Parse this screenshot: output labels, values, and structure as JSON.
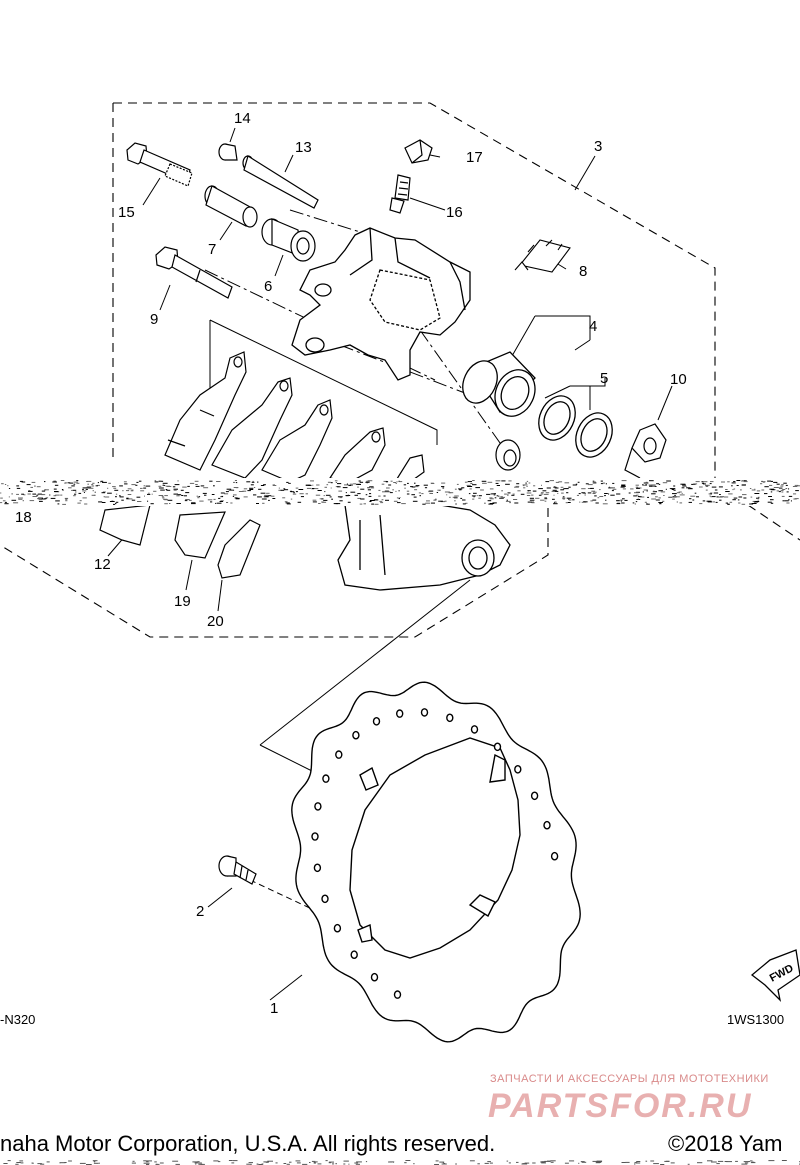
{
  "callouts": [
    {
      "id": "1",
      "label": "1"
    },
    {
      "id": "2",
      "label": "2"
    },
    {
      "id": "3",
      "label": "3"
    },
    {
      "id": "4",
      "label": "4"
    },
    {
      "id": "5",
      "label": "5"
    },
    {
      "id": "6",
      "label": "6"
    },
    {
      "id": "7",
      "label": "7"
    },
    {
      "id": "8",
      "label": "8"
    },
    {
      "id": "9",
      "label": "9"
    },
    {
      "id": "10",
      "label": "10"
    },
    {
      "id": "12",
      "label": "12"
    },
    {
      "id": "13",
      "label": "13"
    },
    {
      "id": "14",
      "label": "14"
    },
    {
      "id": "15",
      "label": "15"
    },
    {
      "id": "16",
      "label": "16"
    },
    {
      "id": "17",
      "label": "17"
    },
    {
      "id": "18",
      "label": "18"
    },
    {
      "id": "19",
      "label": "19"
    },
    {
      "id": "20",
      "label": "20"
    }
  ],
  "diagram_code_left": "-N320",
  "diagram_code_right": "1WS1300",
  "fwd_label": "FWD",
  "watermark": {
    "tagline": "ЗАПЧАСТИ И АКСЕССУАРЫ ДЛЯ МОТОТЕХНИКИ",
    "brand": "PARTSFOR.RU"
  },
  "footer": {
    "copyright_left": "naha Motor Corporation, U.S.A. All rights reserved.",
    "copyright_right": "©2018 Yam"
  }
}
